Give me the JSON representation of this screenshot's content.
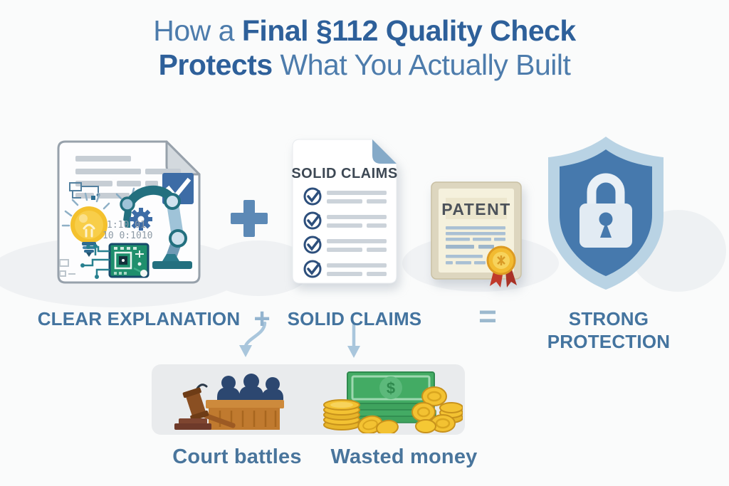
{
  "title": {
    "line1_regular": "How a",
    "line1_bold": "Final §112 Quality Check",
    "line2_bold": "Protects",
    "line2_regular": "What You Actually Built"
  },
  "illustrations": {
    "invention_doc": {
      "binary_line1": "1:10 01",
      "binary_line2": "10 0:1010"
    },
    "claims_doc": {
      "title": "SOLID CLAIMS"
    },
    "certificate": {
      "title": "PATENT"
    }
  },
  "equation": {
    "left_label": "CLEAR EXPLANATION",
    "plus_symbol": "+",
    "middle_label": "SOLID CLAIMS",
    "equals_symbol": "=",
    "right_label": "STRONG PROTECTION"
  },
  "consequences": {
    "court_label": "Court battles",
    "money_label": "Wasted money",
    "dollar_symbol": "$"
  },
  "colors": {
    "title_regular": "#4d7cac",
    "title_bold": "#2e609a",
    "label_blue": "#44749f",
    "operator_blue": "#93b4cf",
    "arrow_blue": "#a9c6dc",
    "band_gray": "#e9ebed",
    "accent_blue": "#3d6ca6",
    "shield_blue": "#4679ad",
    "gold": "#f2bf32",
    "bill_green": "#43ab64"
  }
}
